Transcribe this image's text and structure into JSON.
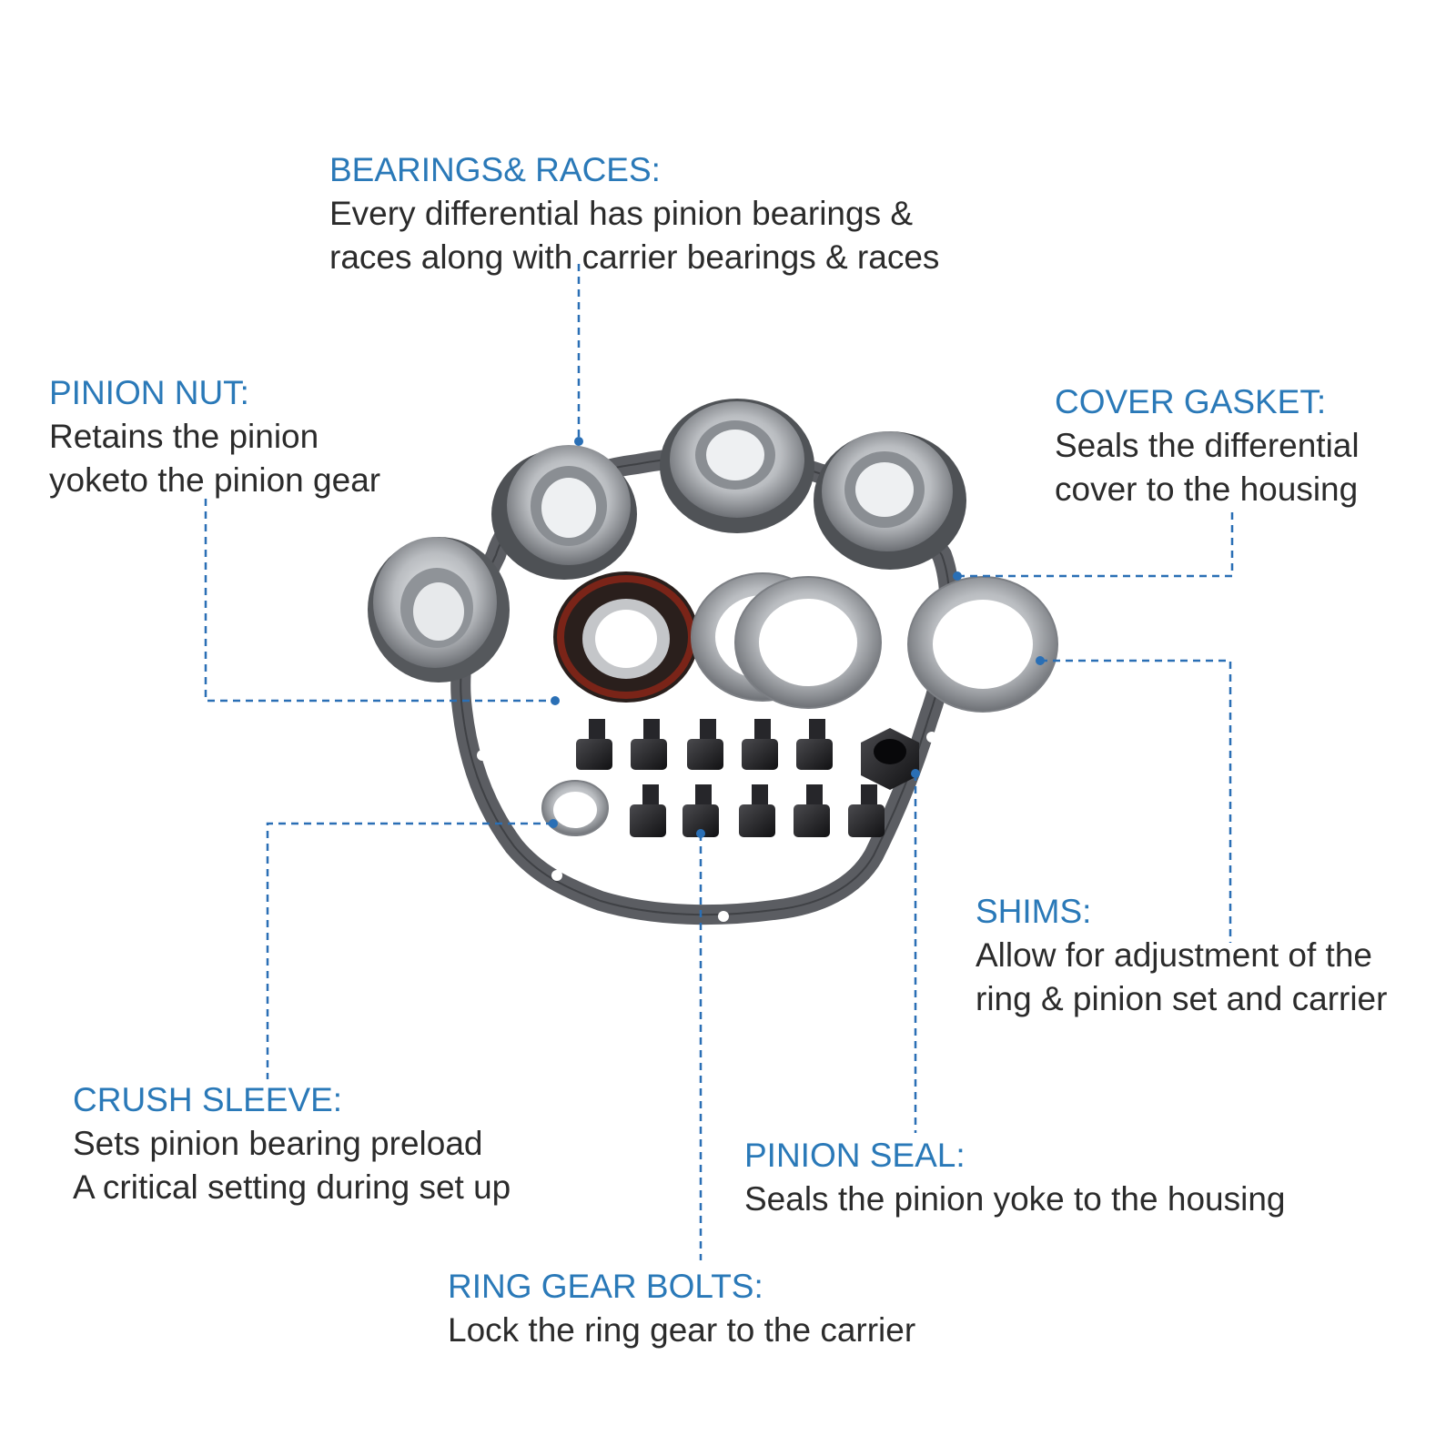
{
  "colors": {
    "accent": "#2a79b8",
    "text": "#2b2b2b",
    "leader": "#2a6fb5",
    "gasket": "#5b5d62",
    "metal": "#b9bcc0",
    "bolt": "#1c1c1e",
    "seal": "#7a2418"
  },
  "callouts": {
    "bearings": {
      "title": "BEARINGS& RACES:",
      "line1": "Every differential has pinion bearings &",
      "line2": "races along with carrier bearings & races"
    },
    "pinion_nut": {
      "title": "PINION NUT:",
      "line1": "Retains the pinion",
      "line2": "yoketo the pinion gear"
    },
    "cover_gasket": {
      "title": "COVER GASKET:",
      "line1": "Seals the differential",
      "line2": "cover to the housing"
    },
    "shims": {
      "title": "SHIMS:",
      "line1": "Allow for adjustment of the",
      "line2": "ring & pinion set and carrier"
    },
    "crush_sleeve": {
      "title": "CRUSH SLEEVE:",
      "line1": "Sets pinion bearing preload",
      "line2": "A critical setting during set up"
    },
    "pinion_seal": {
      "title": "PINION SEAL:",
      "line1": "Seals the pinion yoke to the housing"
    },
    "ring_gear_bolts": {
      "title": "RING GEAR BOLTS:",
      "line1": "Lock the ring gear to the carrier"
    }
  }
}
